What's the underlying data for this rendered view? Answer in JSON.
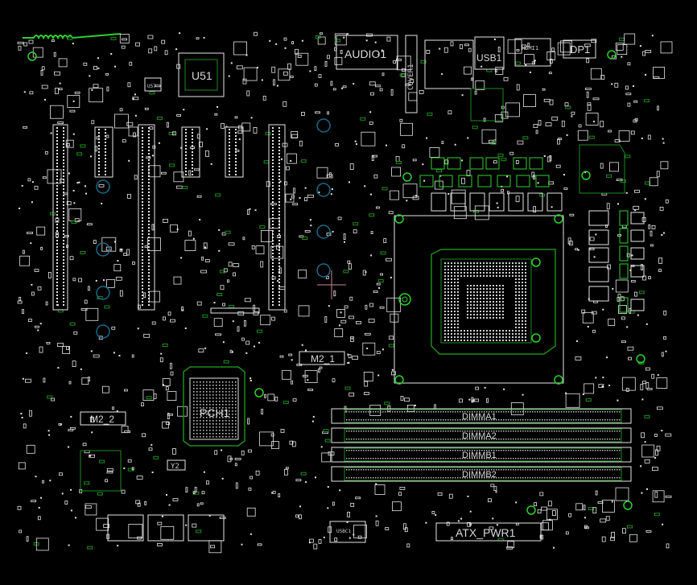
{
  "labels": {
    "u51": "U51",
    "u57": "U57",
    "audio": "AUDIO1",
    "cover": "COVER1",
    "usb": "USB1",
    "dp": "DP1",
    "hdmi": "HDMI1",
    "m2_1": "M2_1",
    "m2_2": "M2_2",
    "pch": "PCH1",
    "y2": "Y2",
    "dimm_a1": "DIMMA1",
    "dimm_a2": "DIMMA2",
    "dimm_b1": "DIMMB1",
    "dimm_b2": "DIMMB2",
    "atx": "ATX_PWR1",
    "usbc": "USBC1"
  },
  "colors": {
    "background": "#000000",
    "silkscreen": "#e6e6e6",
    "copper_outline": "#1e8c1e",
    "bright_green": "#2fd02f",
    "hole": "#1a6a8a",
    "crosshair": "#c88a9a"
  }
}
